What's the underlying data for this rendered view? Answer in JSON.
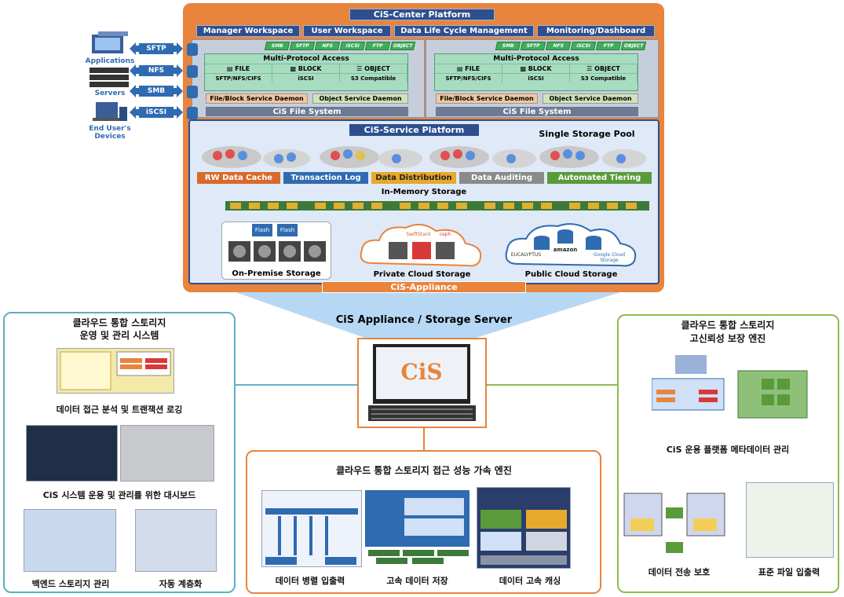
{
  "center_platform": "CiS-Center Platform",
  "workspaces": [
    "Manager Workspace",
    "User Workspace",
    "Data Life Cycle Management",
    "Monitoring/Dashboard"
  ],
  "protocols": [
    "SMB",
    "SFTP",
    "NFS",
    "iSCSI",
    "FTP",
    "OBJECT"
  ],
  "multi_protocol": {
    "title": "Multi-Protocol Access",
    "types": [
      "FILE",
      "BLOCK",
      "OBJECT"
    ],
    "subs": [
      "SFTP/NFS/CIFS",
      "iSCSI",
      "S3 Compatible"
    ]
  },
  "daemons": [
    "File/Block Service Daemon",
    "Object Service Daemon"
  ],
  "file_system": "CiS File System",
  "clients": [
    {
      "icon": "applications-icon",
      "label": "Applications",
      "link": "SFTP"
    },
    {
      "icon": "servers-icon",
      "label": "Servers",
      "link": "NFS"
    },
    {
      "icon": "servers-icon",
      "label": "",
      "link": "SMB"
    },
    {
      "icon": "devices-icon",
      "label": "End User's Devices",
      "link": "iSCSI"
    }
  ],
  "service_platform": "CiS-Service Platform",
  "single_pool": "Single Storage Pool",
  "features": [
    {
      "label": "RW Data Cache",
      "color": "#d86a2c"
    },
    {
      "label": "Transaction Log",
      "color": "#2f6bb0"
    },
    {
      "label": "Data Distribution",
      "color": "#e7a92b"
    },
    {
      "label": "Data Auditing",
      "color": "#8a8a8a"
    },
    {
      "label": "Automated Tiering",
      "color": "#5a9a3a"
    }
  ],
  "in_memory": "In-Memory Storage",
  "storages": {
    "on_premise": {
      "label": "On-Premise Storage",
      "flash": "Flash",
      "hdd": "HDD"
    },
    "private": {
      "label": "Private Cloud Storage",
      "brands": [
        "SwiftStack",
        "ceph"
      ]
    },
    "public": {
      "label": "Public Cloud Storage",
      "brands": [
        "EUCALYPTUS",
        "amazon",
        "Google Cloud Storage"
      ]
    }
  },
  "appliance": "CiS-Appliance",
  "server_title": "CiS Appliance / Storage Server",
  "server_logo": "CiS",
  "left_panel": {
    "title1": "클라우드 통합 스토리지",
    "title2": "운영 및 관리 시스템",
    "cap1": "데이터 접근 분석 및 트랜잭션 로깅",
    "cap2": "CiS 시스템 운용 및 관리를 위한 대시보드",
    "cap3": "백엔드 스토리지 관리",
    "cap4": "자동 계층화"
  },
  "right_panel": {
    "title1": "클라우드 통합 스토리지",
    "title2": "고신뢰성 보장 엔진",
    "cap1": "CiS 운용 플랫폼 메타데이터 관리",
    "cap2": "데이터 전송 보호",
    "cap3": "표준 파일 입출력"
  },
  "center_panel": {
    "title": "클라우드 통합 스토리지 접근 성능 가속 엔진",
    "cap1": "데이터 병렬 입출력",
    "cap2": "고속 데이터 저장",
    "cap3": "데이터 고속 캐싱"
  }
}
